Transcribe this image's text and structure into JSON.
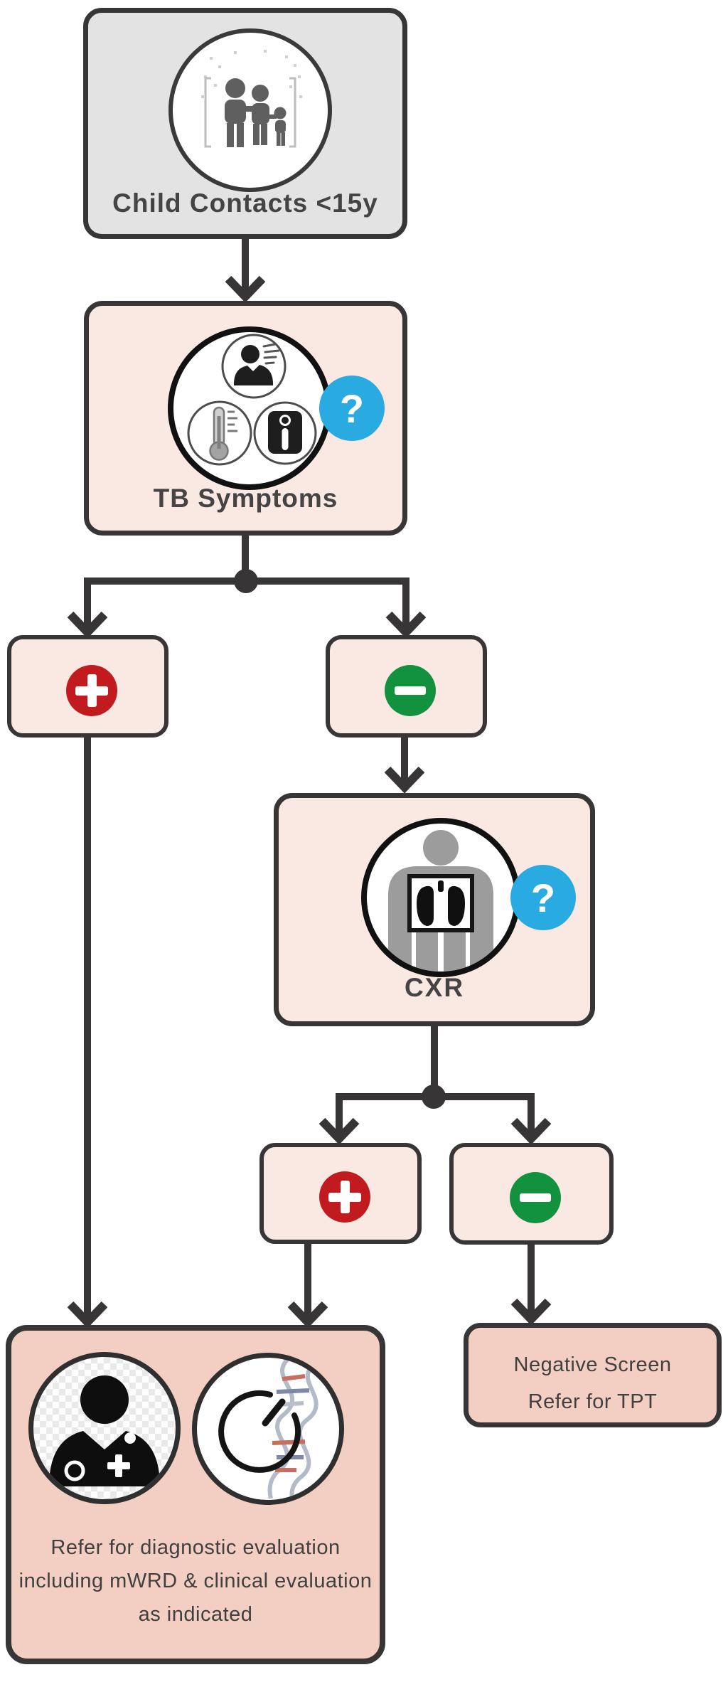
{
  "flowchart": {
    "child_contacts": {
      "label": "Child Contacts <15y"
    },
    "tb_symptoms": {
      "label": "TB Symptoms",
      "help_mark": "?"
    },
    "symptoms_positive": {
      "symbol": "plus"
    },
    "symptoms_negative": {
      "symbol": "minus"
    },
    "cxr": {
      "label": "CXR",
      "help_mark": "?"
    },
    "cxr_positive": {
      "symbol": "plus"
    },
    "cxr_negative": {
      "symbol": "minus"
    },
    "refer_diagnostic": {
      "line1": "Refer for diagnostic evaluation",
      "line2": "including mWRD & clinical evaluation",
      "line3": "as indicated"
    },
    "negative_screen": {
      "line1": "Negative Screen",
      "line2": "Refer for TPT"
    }
  },
  "icons": {
    "child_contacts": "family-icon",
    "tb_symptoms": [
      "cough-person-icon",
      "thermometer-icon",
      "weight-scale-icon"
    ],
    "cxr": "chest-xray-icon",
    "help": "question-mark-icon",
    "positive": "plus-icon",
    "negative": "minus-icon",
    "refer_diagnostic": [
      "doctor-icon",
      "molecular-test-icon"
    ]
  },
  "colors": {
    "box_gray": "#e4e3e3",
    "box_pink_light": "#f9e9e2",
    "box_pink_dark": "#f2cfc2",
    "outline_dark": "#373535",
    "positive_red": "#c11b20",
    "negative_green": "#12913f",
    "help_blue": "#29abe2",
    "label_text": "#454343",
    "body_text": "#413f3f"
  }
}
